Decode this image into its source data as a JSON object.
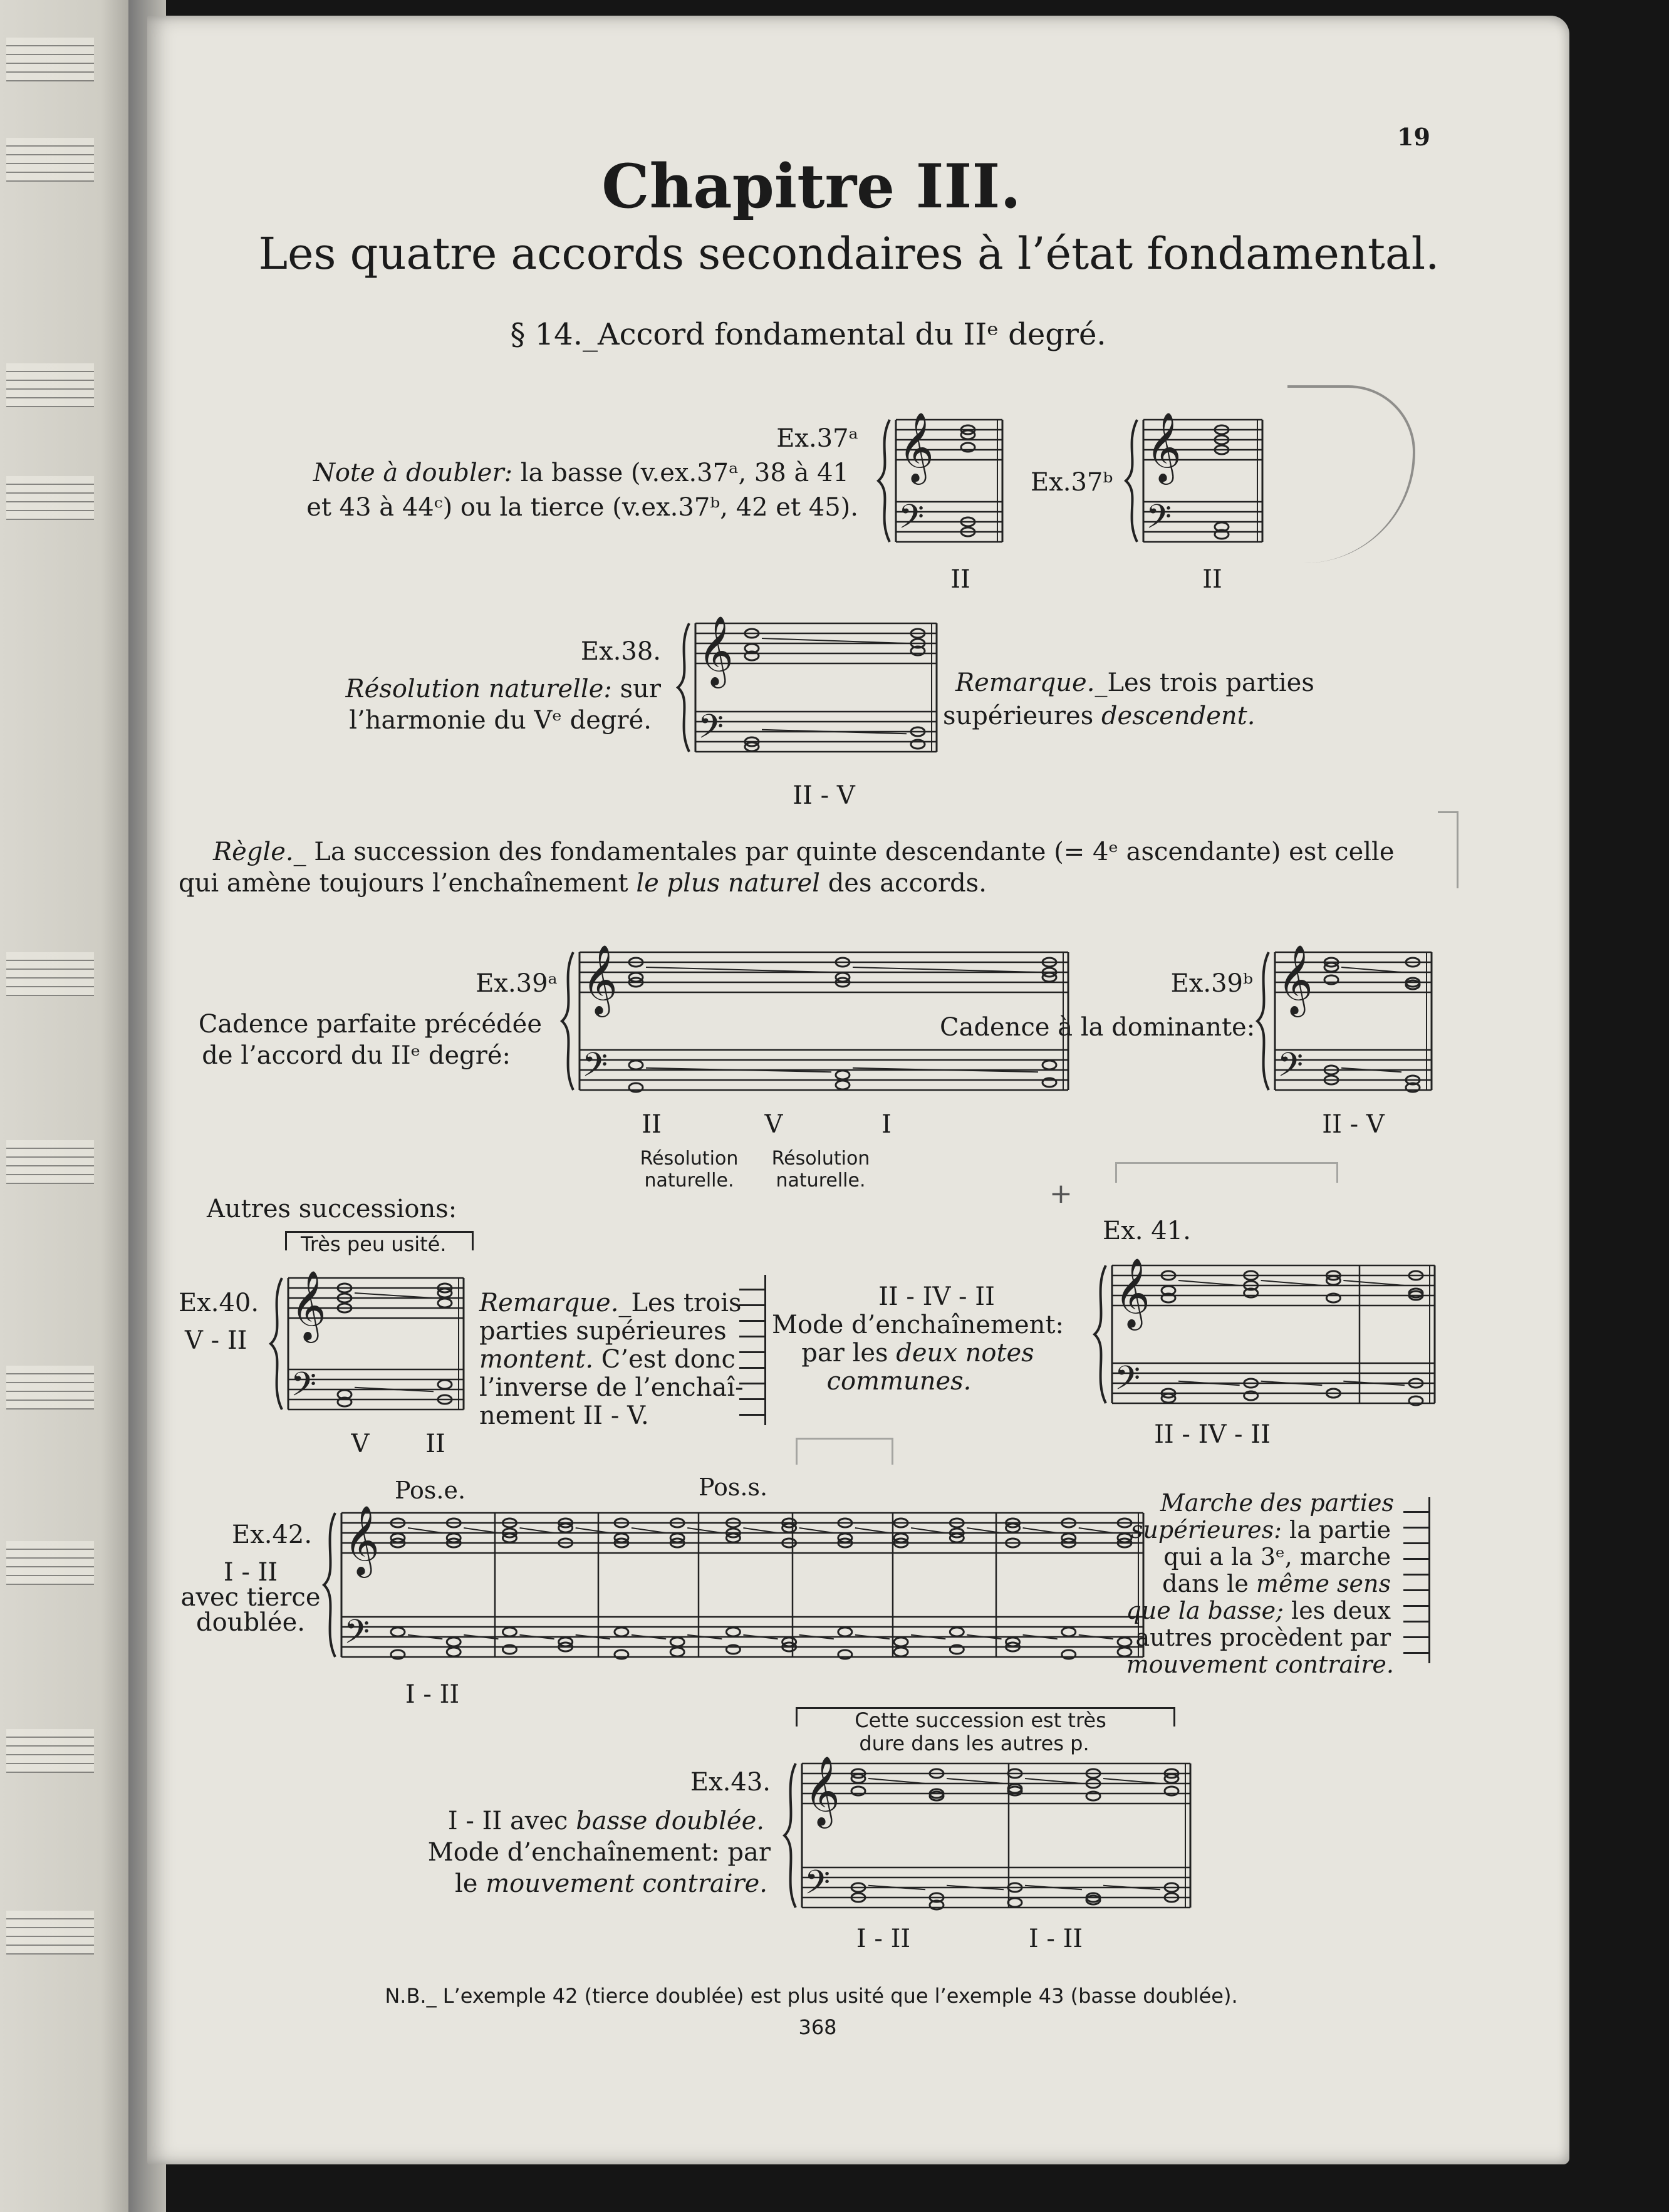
{
  "page_number": "19",
  "chapter_title": "Chapitre III.",
  "subtitle": "Les quatre accords secondaires à l’état fondamental.",
  "section_heading": "§ 14._Accord fondamental du IIᵉ degré.",
  "ex37": {
    "label_a": "Ex.37ᵃ",
    "note_line1_lead": "Note à doubler:",
    "note_line1_rest": "la basse (v.ex.37ᵃ, 38 à 41",
    "note_line2": "et 43 à 44ᶜ) ou la tierce (v.ex.37ᵇ, 42 et 45).",
    "roman_a": "II",
    "label_b": "Ex.37ᵇ",
    "roman_b": "II"
  },
  "ex38": {
    "label": "Ex.38.",
    "resolution_lead": "Résolution naturelle:",
    "resolution_rest": "sur",
    "resolution_line2": "l’harmonie du Vᵉ degré.",
    "roman": "II - V",
    "remark_lead": "Remarque._",
    "remark_rest": "Les trois parties",
    "remark_line2_a": "supérieures",
    "remark_line2_b": "descendent."
  },
  "regle": {
    "lead": "Règle._",
    "line1": "La succession des fondamentales par quinte descendante (= 4ᵉ ascendante) est celle",
    "line2_a": "qui amène toujours l’enchaînement",
    "line2_b": "le plus naturel",
    "line2_c": "des accords."
  },
  "ex39": {
    "label_a": "Ex.39ᵃ",
    "desc_line1": "Cadence parfaite précédée",
    "desc_line2": "de l’accord du IIᵉ degré:",
    "roman_1": "II",
    "roman_2": "V",
    "roman_3": "I",
    "res_1_line1": "Résolution",
    "res_1_line2": "naturelle.",
    "res_2_line1": "Résolution",
    "res_2_line2": "naturelle.",
    "label_b": "Ex.39ᵇ",
    "desc_b": "Cadence à la dominante:",
    "roman_b": "II - V"
  },
  "autres": "Autres successions:",
  "ex40": {
    "bracket": "Très peu usité.",
    "label": "Ex.40.",
    "sublabel": "V - II",
    "roman_1": "V",
    "roman_2": "II",
    "remark_lead": "Remarque._",
    "remark_l1": "Les trois",
    "remark_l2": "parties supérieures",
    "remark_l3_a": "montent.",
    "remark_l3_b": "C’est donc",
    "remark_l4": "l’inverse de l’enchaî-",
    "remark_l5": "nement II - V."
  },
  "ex41": {
    "label": "Ex. 41.",
    "line1": "II - IV - II",
    "line2": "Mode d’enchaînement:",
    "line3_a": "par les",
    "line3_b": "deux notes",
    "line4": "communes.",
    "roman": "II - IV - II"
  },
  "ex42": {
    "label": "Ex.42.",
    "desc1": "I - II",
    "desc2": "avec tierce",
    "desc3": "doublée.",
    "pos_e": "Pos.e.",
    "pos_s": "Pos.s.",
    "roman": "I - II",
    "marche_l1": "Marche des parties",
    "marche_l2_a": "supérieures:",
    "marche_l2_b": "la partie",
    "marche_l3": "qui a la 3ᵉ, marche",
    "marche_l4_a": "dans le",
    "marche_l4_b": "même sens",
    "marche_l5_a": "que la basse;",
    "marche_l5_b": "les deux",
    "marche_l6": "autres procèdent par",
    "marche_l7": "mouvement contraire."
  },
  "ex43": {
    "bracket_l1": "Cette succession est très",
    "bracket_l2": "dure dans les autres p.",
    "label": "Ex.43.",
    "l1_a": "I - II avec",
    "l1_b": "basse doublée.",
    "l2": "Mode d’enchaînement: par",
    "l3_a": "le",
    "l3_b": "mouvement contraire.",
    "roman_1": "I - II",
    "roman_2": "I - II"
  },
  "nb": "N.B._ L’exemple 42 (tierce doublée) est plus usité que l’exemple 43 (basse doublée).",
  "plate_number": "368"
}
